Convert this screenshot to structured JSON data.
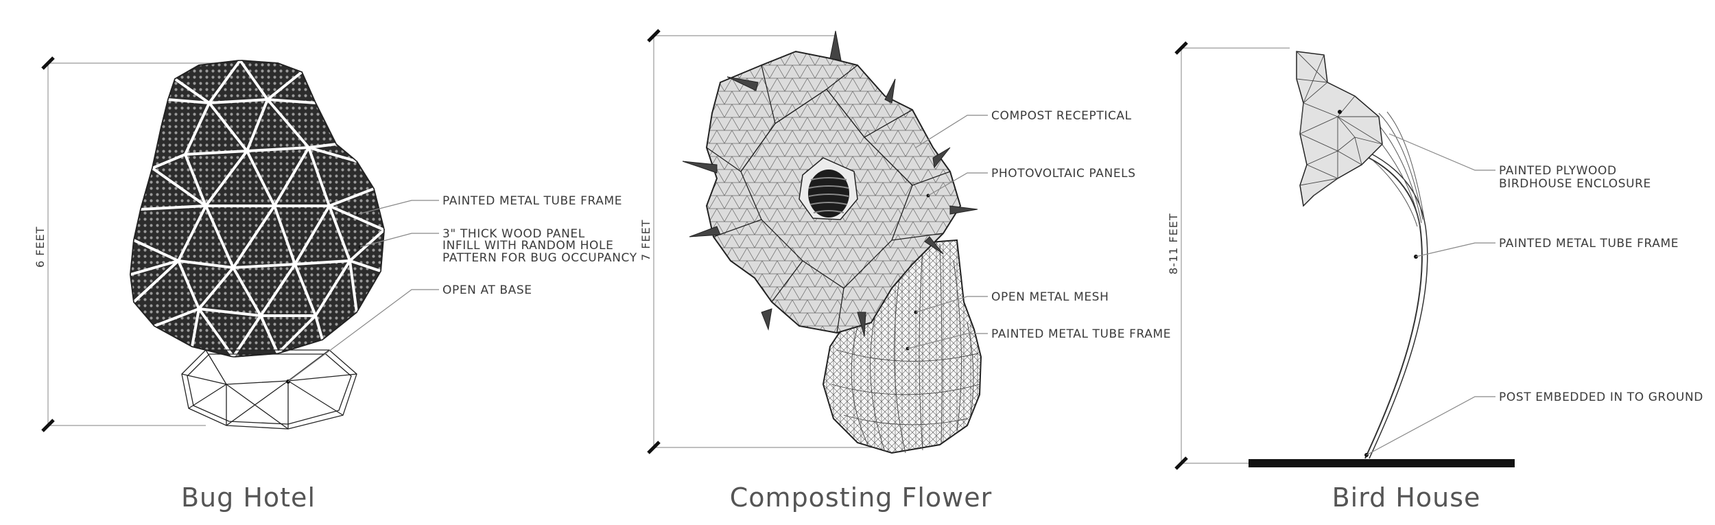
{
  "panels": [
    {
      "title": "Bug Hotel",
      "dimension": "6 FEET",
      "callouts": [
        "PAINTED METAL TUBE FRAME",
        "3\" THICK WOOD PANEL",
        "INFILL WITH RANDOM HOLE",
        "PATTERN FOR BUG OCCUPANCY",
        "OPEN AT BASE"
      ]
    },
    {
      "title": "Composting Flower",
      "dimension": "7 FEET",
      "callouts": [
        "COMPOST RECEPTICAL",
        "PHOTOVOLTAIC PANELS",
        "OPEN METAL MESH",
        "PAINTED METAL TUBE FRAME"
      ]
    },
    {
      "title": "Bird House",
      "dimension": "8-11 FEET",
      "callouts": [
        "PAINTED PLYWOOD",
        "BIRDHOUSE ENCLOSURE",
        "PAINTED METAL TUBE FRAME",
        "POST EMBEDDED IN TO GROUND"
      ]
    }
  ]
}
